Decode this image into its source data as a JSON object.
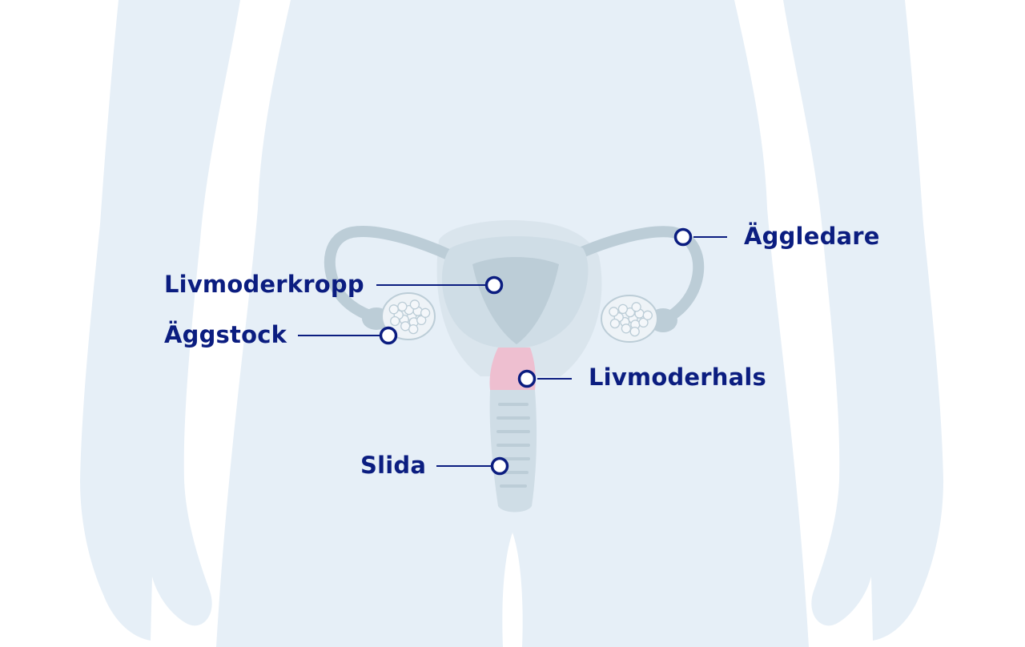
{
  "colors": {
    "background": "#ffffff",
    "body_silhouette": "#e6eff7",
    "organ": "#cfdde6",
    "organ_dark": "#bccdd7",
    "cervix": "#eebfd0",
    "label": "#0b1d80"
  },
  "labels": {
    "fallopian_tube": "Äggledare",
    "uterus_body": "Livmoderkropp",
    "ovary": "Äggstock",
    "cervix": "Livmoderhals",
    "vagina": "Slida"
  }
}
